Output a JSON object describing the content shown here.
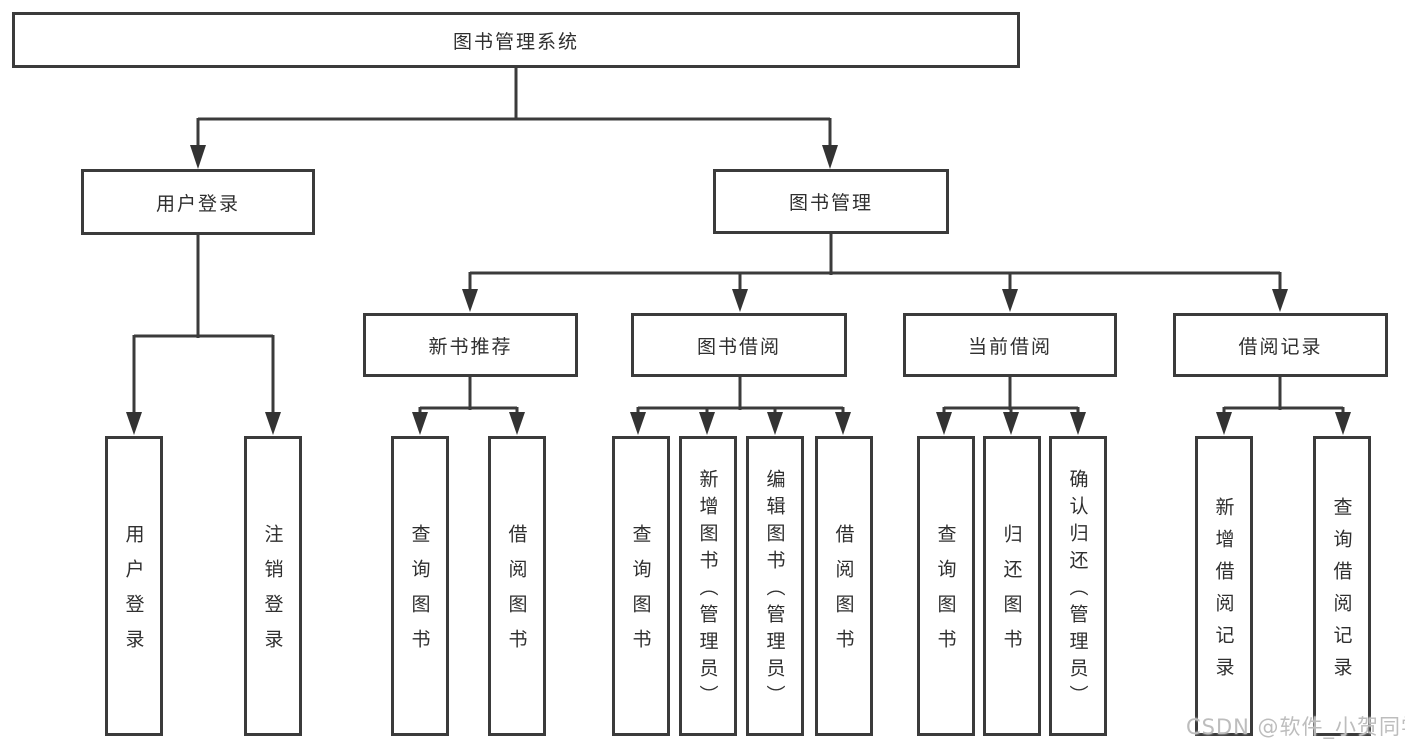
{
  "diagram": {
    "root": {
      "label": "图书管理系统"
    },
    "branches": [
      {
        "label": "用户登录",
        "children": [
          {
            "label": "用户登录"
          },
          {
            "label": "注销登录"
          }
        ]
      },
      {
        "label": "图书管理",
        "children": [
          {
            "label": "新书推荐",
            "children": [
              {
                "label": "查询图书"
              },
              {
                "label": "借阅图书"
              }
            ]
          },
          {
            "label": "图书借阅",
            "children": [
              {
                "label": "查询图书"
              },
              {
                "label": "新增图书（管理员）"
              },
              {
                "label": "编辑图书（管理员）"
              },
              {
                "label": "借阅图书"
              }
            ]
          },
          {
            "label": "当前借阅",
            "children": [
              {
                "label": "查询图书"
              },
              {
                "label": "归还图书"
              },
              {
                "label": "确认归还（管理员）"
              }
            ]
          },
          {
            "label": "借阅记录",
            "children": [
              {
                "label": "新增借阅记录"
              },
              {
                "label": "查询借阅记录"
              }
            ]
          }
        ]
      }
    ]
  },
  "watermark": {
    "text": "CSDN @软件_小贺同学"
  },
  "colors": {
    "line": "#3b3b3b",
    "text": "#2f2f2f",
    "watermark": "#bdbdbd",
    "background": "#ffffff"
  }
}
